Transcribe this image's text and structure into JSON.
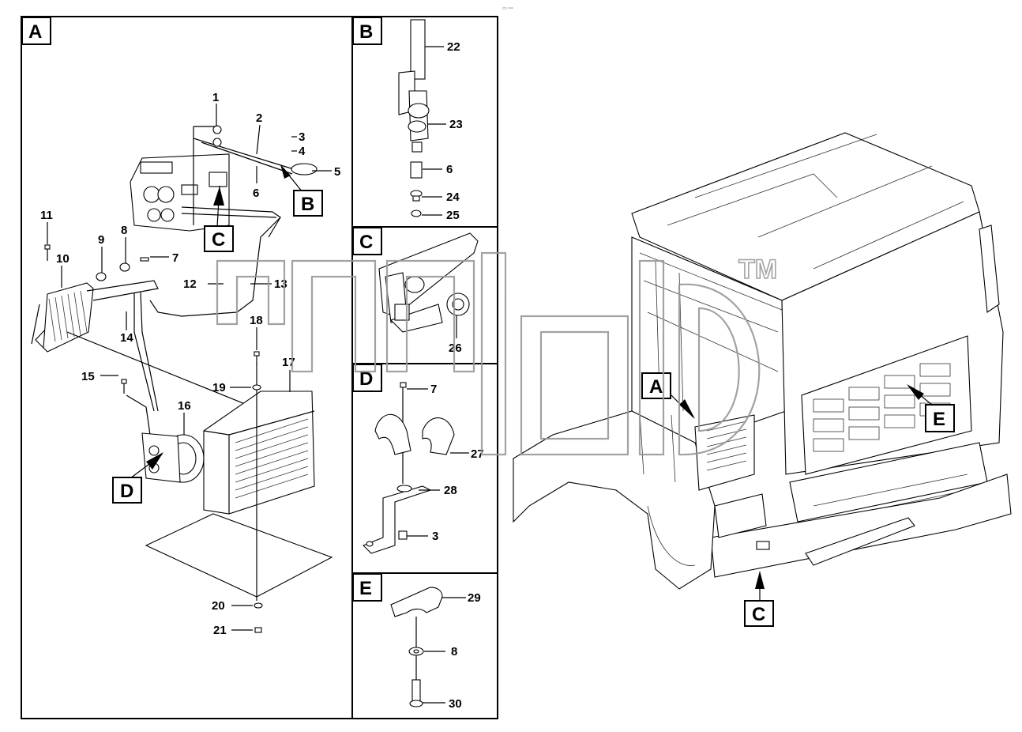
{
  "corner_text": "▭ ▫▫▫",
  "watermark": "TM",
  "panels": {
    "A": {
      "label": "A"
    },
    "B": {
      "label": "B"
    },
    "C": {
      "label": "C"
    },
    "D": {
      "label": "D"
    },
    "E": {
      "label": "E"
    }
  },
  "callouts_a": {
    "B": "B",
    "C": "C",
    "D": "D"
  },
  "truck_callouts": {
    "A": "A",
    "C": "C",
    "E": "E"
  },
  "parts_a": [
    "1",
    "2",
    "3",
    "4",
    "5",
    "6",
    "7",
    "8",
    "9",
    "10",
    "11",
    "12",
    "13",
    "14",
    "15",
    "16",
    "17",
    "18",
    "19",
    "20",
    "21"
  ],
  "parts_b": [
    "22",
    "23",
    "6",
    "24",
    "25"
  ],
  "parts_c": [
    "26"
  ],
  "parts_d": [
    "7",
    "27",
    "28",
    "3"
  ],
  "parts_e": [
    "29",
    "8",
    "30"
  ]
}
